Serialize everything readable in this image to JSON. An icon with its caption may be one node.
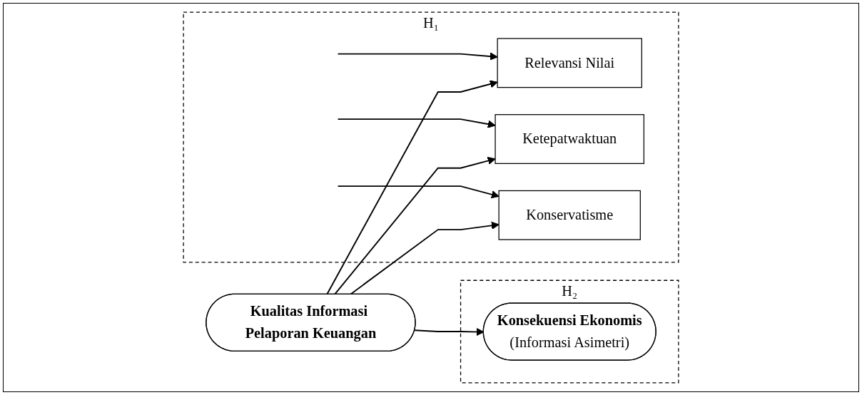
{
  "diagram": {
    "nodes": [
      {
        "text": [
          "H₁"
        ]
      },
      {
        "text": [
          "Relevansi Nilai"
        ],
        "in": 0
      },
      {
        "text": [
          "Ketepatwaktuan"
        ],
        "in": 0
      },
      {
        "text": [
          "Konservatisme"
        ],
        "in": 0
      },
      {
        "text": [
          "H₂"
        ]
      },
      {
        "text": [
          "Kualitas Informasi Pelaporan Keuangan"
        ]
      },
      {
        "text": [
          "Konsekuensi Ekonomis",
          "(Informasi Asimetri)"
        ],
        "in": 4
      }
    ],
    "edges": [
      {
        "from": null,
        "to": 1,
        "arrow": "to"
      },
      {
        "from": null,
        "to": 2,
        "arrow": "to"
      },
      {
        "from": null,
        "to": 3,
        "arrow": "to"
      },
      {
        "from": 5,
        "to": 1,
        "arrow": "to"
      },
      {
        "from": 5,
        "to": 2,
        "arrow": "to"
      },
      {
        "from": 5,
        "to": 3,
        "arrow": "to"
      },
      {
        "from": 5,
        "to": 6,
        "arrow": "to"
      }
    ]
  }
}
